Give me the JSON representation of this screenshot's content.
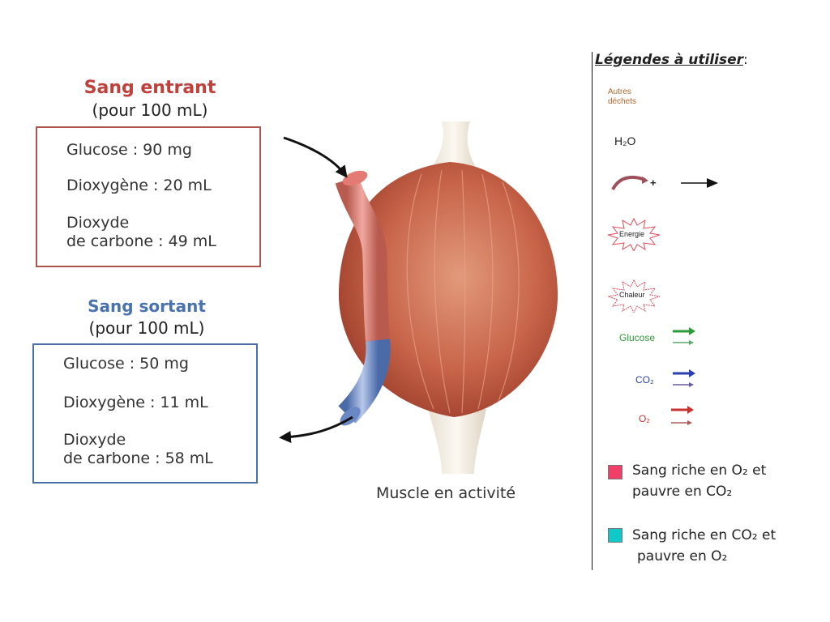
{
  "incoming": {
    "title": "Sang entrant",
    "subtitle": "(pour 100 mL)",
    "glucose": "Glucose : 90 mg",
    "oxygen": "Dioxygène : 20 mL",
    "co2_line1": "Dioxyde",
    "co2_line2": "de carbone : 49 mL",
    "title_color": "#c0403c",
    "border_color": "#b0544e"
  },
  "outgoing": {
    "title": "Sang sortant",
    "subtitle": "(pour 100 mL)",
    "glucose": "Glucose : 50 mg",
    "oxygen": "Dioxygène : 11 mL",
    "co2_line1": "Dioxyde",
    "co2_line2": "de carbone : 58 mL",
    "title_color": "#4a72b0",
    "border_color": "#4a6ea6"
  },
  "muscle": {
    "label": "Muscle en activité",
    "color": "#c8654a"
  },
  "legend": {
    "title": "Légendes à utiliser",
    "title_colon": ":",
    "other_waste_1": "Autres",
    "other_waste_2": "déchets",
    "water": "H₂O",
    "plus": "+",
    "energy": "Energie",
    "heat": "Chaleur",
    "glucose": "Glucose",
    "co2": "CO₂",
    "o2": "O₂",
    "note_o2_rich_1": "Sang riche en O₂ et",
    "note_o2_rich_2": "pauvre en CO₂",
    "note_co2_rich_1": "Sang riche en CO₂ et",
    "note_co2_rich_2": "pauvre en O₂",
    "colors": {
      "other_waste": "#b0682e",
      "glucose": "#2e9a3a",
      "co2": "#2a3fb0",
      "o2": "#c83232",
      "o2_rich_swatch": "#f0406a",
      "co2_rich_swatch": "#10c8c8"
    }
  }
}
